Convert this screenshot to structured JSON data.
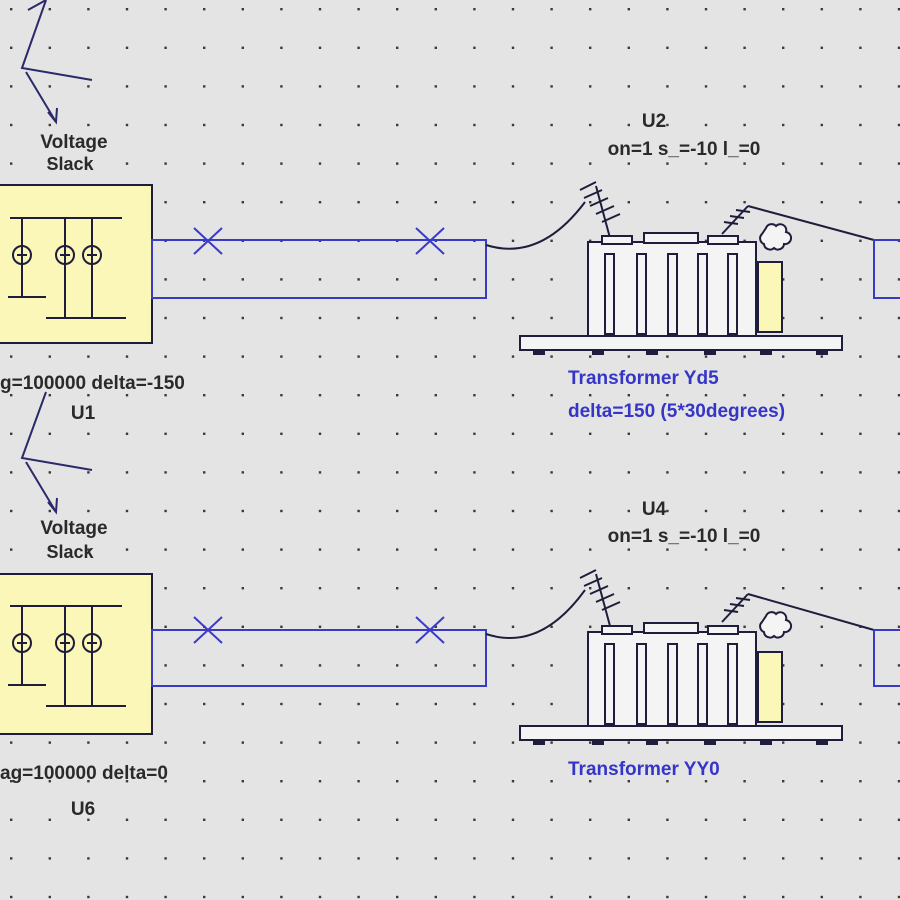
{
  "diagram": {
    "colors": {
      "background": "#e4e4e4",
      "wire": "#3a3ac8",
      "slack_fill": "#fbf7b8",
      "symbol_dark": "#1e1e3c",
      "text_dark": "#2a2a2a",
      "text_blue": "#3535c8"
    },
    "upper": {
      "source": {
        "type_line1": "Voltage",
        "type_line2": "Slack",
        "params": "g=100000 delta=-150",
        "id": "U1"
      },
      "transformer": {
        "id": "U2",
        "params": "on=1  s_=-10  l_=0",
        "name": "Transformer Yd5",
        "note": "delta=150 (5*30degrees)"
      }
    },
    "lower": {
      "source": {
        "type_line1": "Voltage",
        "type_line2": "Slack",
        "params": "ag=100000 delta=0",
        "id": "U6"
      },
      "transformer": {
        "id": "U4",
        "params": "on=1  s_=-10  l_=0",
        "name": "Transformer YY0"
      }
    }
  }
}
